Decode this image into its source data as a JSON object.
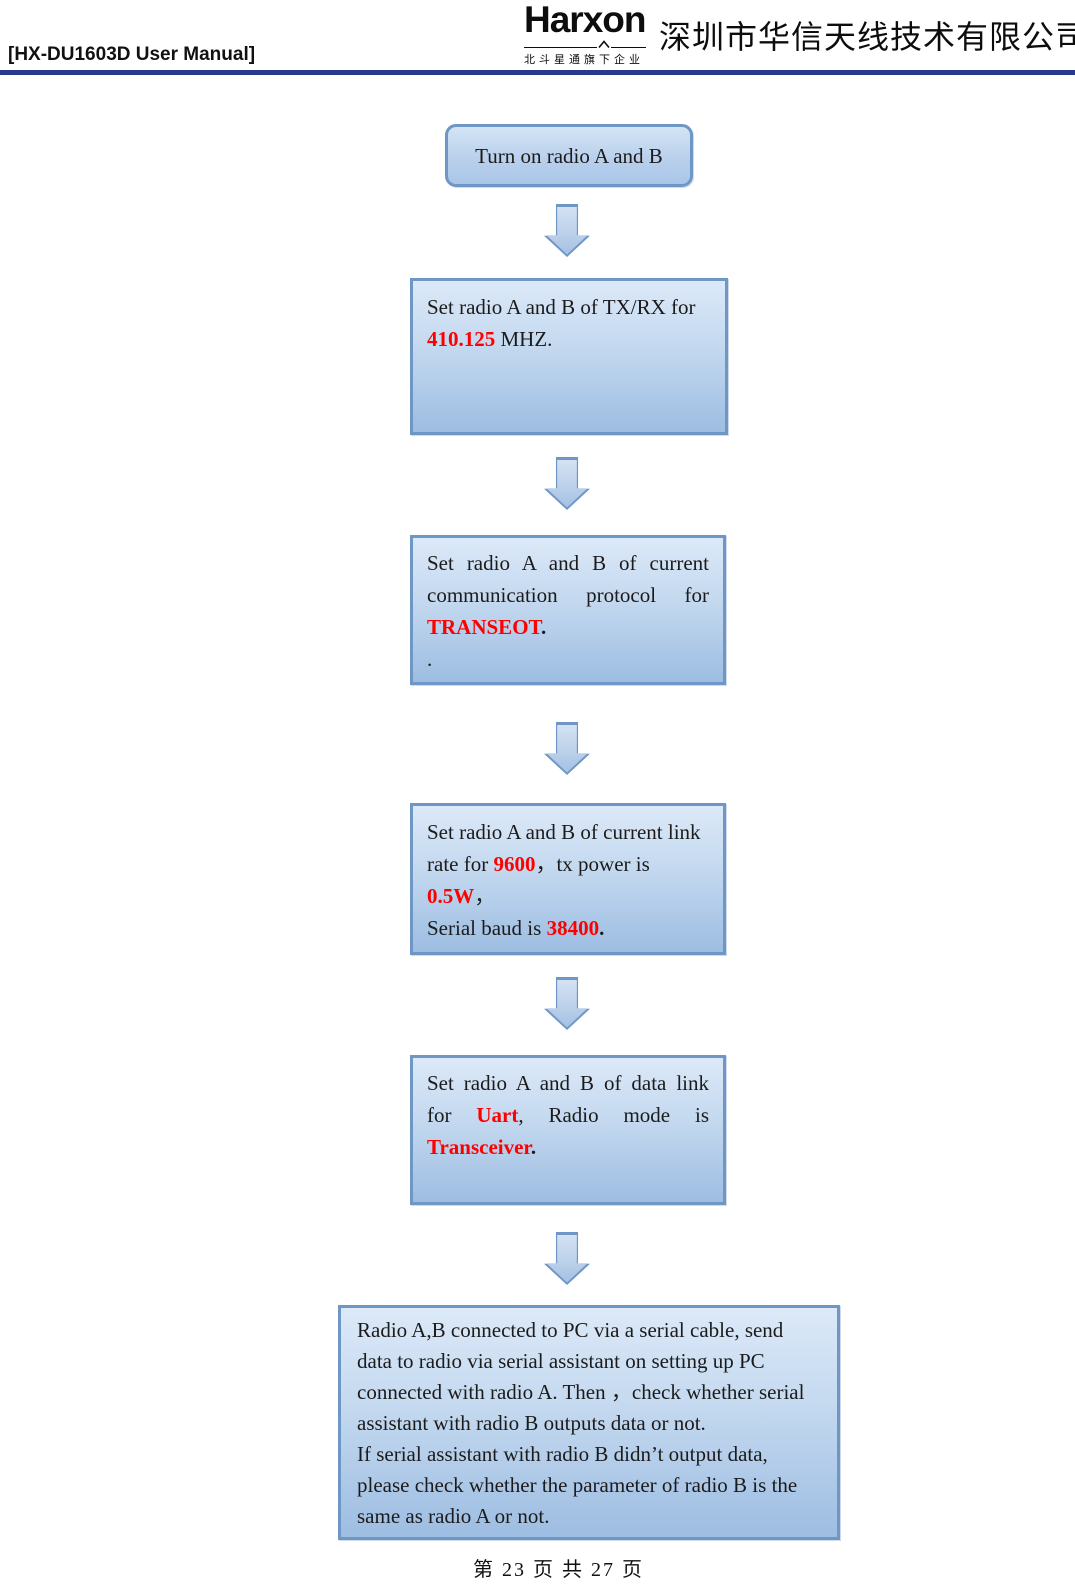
{
  "header": {
    "manual_title": "[HX-DU1603D User Manual]",
    "logo": {
      "brand": "Harxon",
      "tagline": "北斗星通旗下企业",
      "company_name": "深圳市华信天线技术有限公司"
    }
  },
  "flowchart": {
    "accent_red": "#fe0000",
    "box_border_color": "#6e97c6",
    "box_fill_top": "#dce9f8",
    "box_fill_bottom": "#9dbde2",
    "steps": [
      {
        "id": "start",
        "segments": [
          {
            "text": "Turn on radio A and B"
          }
        ]
      },
      {
        "id": "set-frequency",
        "segments": [
          {
            "text": "Set radio A and B of TX/RX for\n"
          },
          {
            "text": "410.125",
            "red": true
          },
          {
            "text": " MHZ."
          }
        ]
      },
      {
        "id": "set-protocol",
        "segments": [
          {
            "text": "Set radio A and B of current\ncommunication protocol for\n"
          },
          {
            "text": "TRANSEOT",
            "red": true
          },
          {
            "text": ".",
            "bold": true
          },
          {
            "text": "\n."
          }
        ]
      },
      {
        "id": "set-link-rate",
        "segments": [
          {
            "text": "Set radio A and B of current link\nrate for "
          },
          {
            "text": "9600",
            "red": true
          },
          {
            "text": "，tx power is "
          },
          {
            "text": "0.5W",
            "red": true
          },
          {
            "text": "，\nSerial baud is "
          },
          {
            "text": "38400",
            "red": true
          },
          {
            "text": ".",
            "bold": true
          }
        ]
      },
      {
        "id": "set-data-link",
        "segments": [
          {
            "text": "Set radio A and B of data link\nfor "
          },
          {
            "text": "Uart",
            "red": true
          },
          {
            "text": ", Radio mode is\n"
          },
          {
            "text": "Transceiver",
            "red": true
          },
          {
            "text": ".",
            "bold": true
          }
        ]
      },
      {
        "id": "serial-check",
        "segments": [
          {
            "text": "Radio A,B connected to PC via a serial cable, send\ndata to radio via serial assistant on setting up PC\nconnected with radio A. Then ，check whether serial\nassistant with radio B outputs data or not.\nIf serial assistant with radio B didn’t output data,\nplease check whether the parameter of radio B is the\nsame as radio A or not."
          }
        ]
      }
    ]
  },
  "footer": {
    "page_indicator": "第 23 页 共 27 页"
  }
}
